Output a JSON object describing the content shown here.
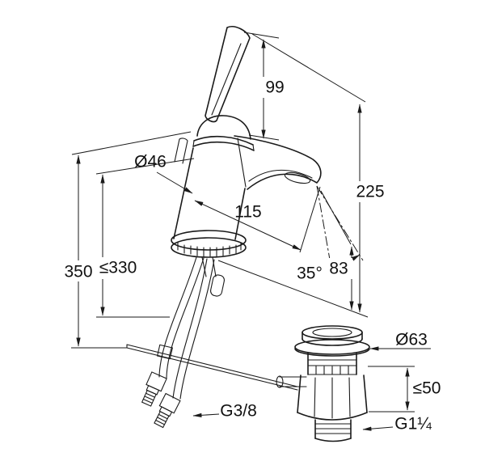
{
  "drawing": {
    "line_color": "#1a1a1a",
    "background_color": "#ffffff"
  },
  "dimensions": {
    "handle_height": "99",
    "total_height": "225",
    "body_diameter": "Ø46",
    "spout_projection": "115",
    "hose_length_max": "≤330",
    "clearance_height": "350",
    "spout_angle": "35°",
    "outlet_height": "83",
    "waste_flange_diameter": "Ø63",
    "waste_height_max": "≤50",
    "supply_connection": "G3/8",
    "waste_connection": "G1¼"
  }
}
